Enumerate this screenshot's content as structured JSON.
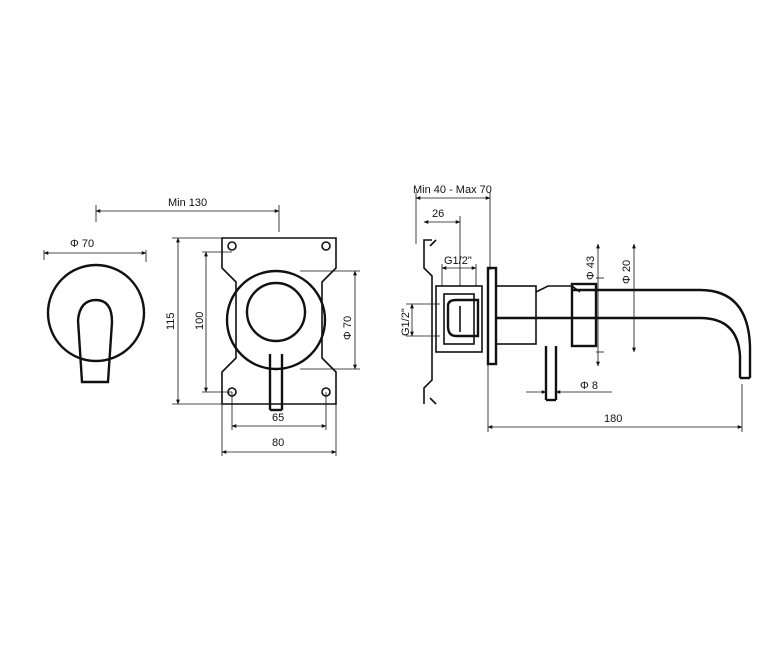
{
  "diagram": {
    "front_view_dimensions": {
      "cover_diameter": "Φ 70",
      "min_depth": "Min 130",
      "height_outer": "115",
      "height_inner": "100",
      "plate_diameter": "Φ 70",
      "width_inner": "65",
      "width_outer": "80"
    },
    "side_view_dimensions": {
      "wall_range": "Min 40 - Max 70",
      "offset": "26",
      "thread_top": "G1/2\"",
      "thread_side": "G1/2\"",
      "spout_diameter_large": "Φ 43",
      "spout_diameter_small": "Φ 20",
      "lever_diameter": "Φ 8",
      "spout_length": "180"
    },
    "colors": {
      "line": "#111111",
      "background": "#ffffff"
    }
  }
}
